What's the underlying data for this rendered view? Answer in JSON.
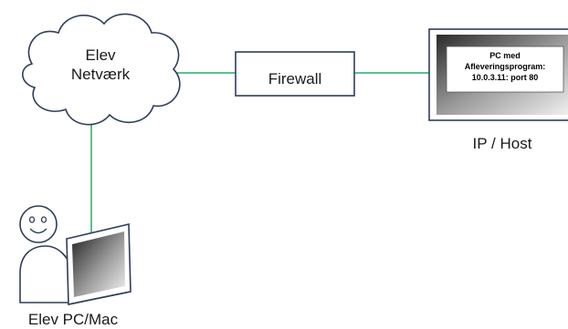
{
  "cloud": {
    "line1": "Elev",
    "line2": "Netværk"
  },
  "firewall": {
    "label": "Firewall"
  },
  "host": {
    "screen_line1": "PC med",
    "screen_line2": "Afleveringsprogram:",
    "screen_line3": "10.0.3.11: port 80",
    "caption": "IP / Host"
  },
  "user": {
    "caption": "Elev PC/Mac"
  },
  "colors": {
    "connector": "#5fbf8a",
    "stroke": "#2f3e5b"
  }
}
